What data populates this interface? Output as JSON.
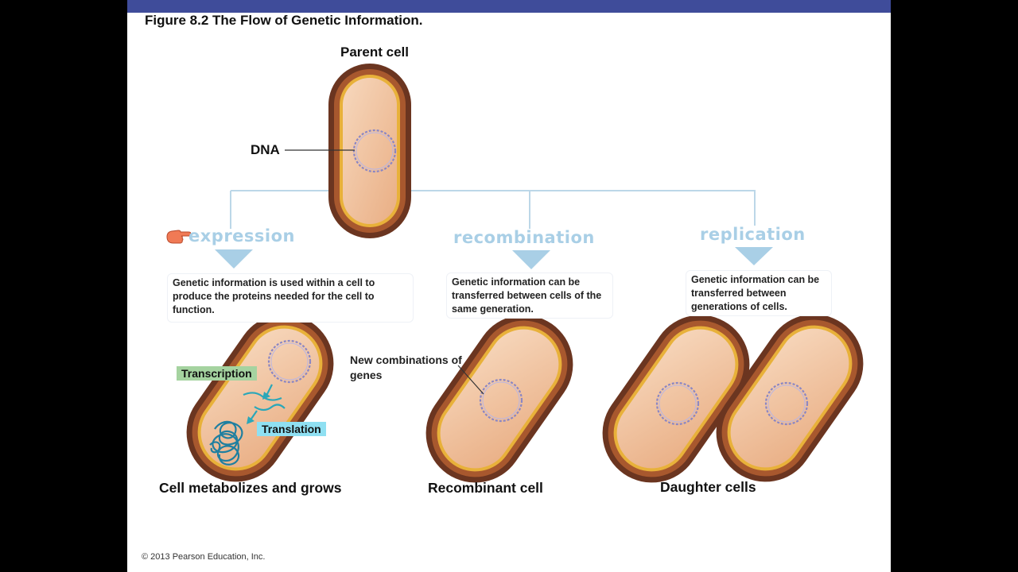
{
  "figure_title": "Figure 8.2 The Flow of Genetic Information.",
  "parent_cell_label": "Parent cell",
  "dna_label": "DNA",
  "processes": {
    "expression": {
      "label": "expression",
      "description": "Genetic information  is used within a cell to produce the proteins needed for the cell to function."
    },
    "recombination": {
      "label": "recombination",
      "description": "Genetic information  can be transferred between cells of the same generation."
    },
    "replication": {
      "label": "replication",
      "description": "Genetic information  can be transferred between generations of cells."
    }
  },
  "labels": {
    "transcription": "Transcription",
    "translation": "Translation",
    "new_combinations": "New combinations of genes"
  },
  "captions": {
    "metabolizes": "Cell metabolizes and grows",
    "recombinant": "Recombinant cell",
    "daughter": "Daughter cells"
  },
  "copyright": "© 2013 Pearson Education, Inc.",
  "colors": {
    "header_bar": "#3f4c9a",
    "cell_wall": "#6b3520",
    "cell_membrane": "#e8b13a",
    "cytoplasm": "#f2c5a0",
    "process_text": "#a9cfe6",
    "connector": "#bcd7e8",
    "transcription_tag": "#a5d3a0",
    "translation_tag": "#8fe0f2",
    "mrna": "#2aa7b9",
    "dna": "#8a86c4",
    "pointer_hand": "#f07a55"
  },
  "icons": {
    "pointer": "pointing-hand-icon"
  }
}
